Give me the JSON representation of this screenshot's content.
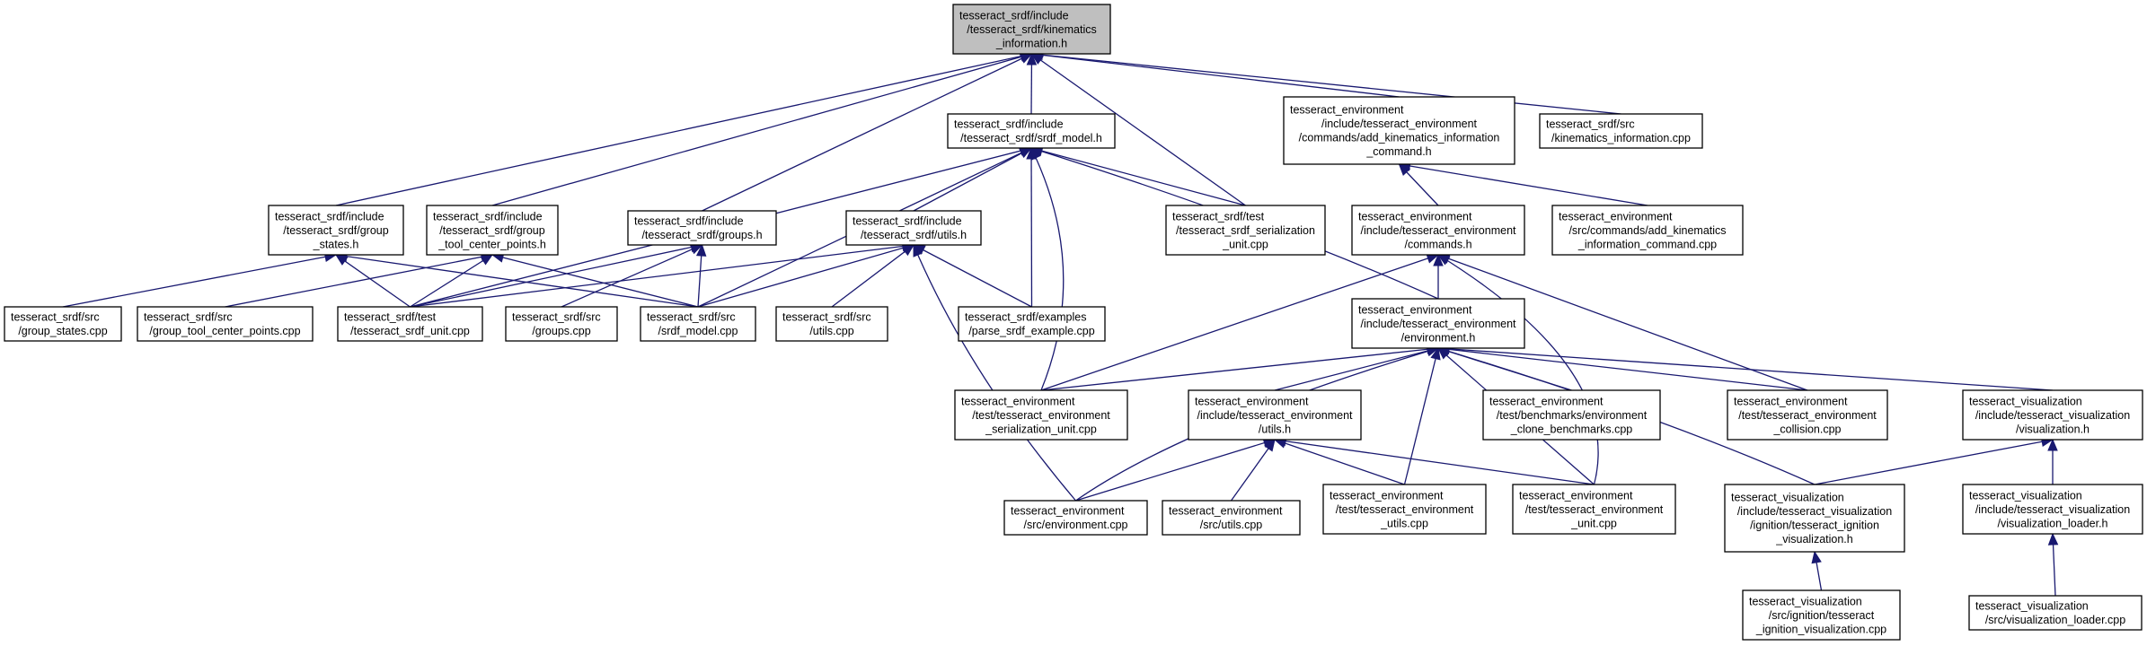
{
  "nodes": [
    {
      "id": "root",
      "lines": [
        "tesseract_srdf/include",
        "/tesseract_srdf/kinematics",
        "_information.h"
      ],
      "highlight": true
    },
    {
      "id": "group_states_h",
      "lines": [
        "tesseract_srdf/include",
        "/tesseract_srdf/group",
        "_states.h"
      ]
    },
    {
      "id": "group_tcp_h",
      "lines": [
        "tesseract_srdf/include",
        "/tesseract_srdf/group",
        "_tool_center_points.h"
      ]
    },
    {
      "id": "groups_h",
      "lines": [
        "tesseract_srdf/include",
        "/tesseract_srdf/groups.h"
      ]
    },
    {
      "id": "srdf_model_h",
      "lines": [
        "tesseract_srdf/include",
        "/tesseract_srdf/srdf_model.h"
      ]
    },
    {
      "id": "utils_h",
      "lines": [
        "tesseract_srdf/include",
        "/tesseract_srdf/utils.h"
      ]
    },
    {
      "id": "serialization_unit",
      "lines": [
        "tesseract_srdf/test",
        "/tesseract_srdf_serialization",
        "_unit.cpp"
      ]
    },
    {
      "id": "add_kin_cmd_h",
      "lines": [
        "tesseract_environment",
        "/include/tesseract_environment",
        "/commands/add_kinematics_information",
        "_command.h"
      ]
    },
    {
      "id": "kin_info_cpp",
      "lines": [
        "tesseract_srdf/src",
        "/kinematics_information.cpp"
      ]
    },
    {
      "id": "group_states_cpp",
      "lines": [
        "tesseract_srdf/src",
        "/group_states.cpp"
      ]
    },
    {
      "id": "group_tcp_cpp",
      "lines": [
        "tesseract_srdf/src",
        "/group_tool_center_points.cpp"
      ]
    },
    {
      "id": "srdf_unit",
      "lines": [
        "tesseract_srdf/test",
        "/tesseract_srdf_unit.cpp"
      ]
    },
    {
      "id": "groups_cpp",
      "lines": [
        "tesseract_srdf/src",
        "/groups.cpp"
      ]
    },
    {
      "id": "srdf_model_cpp",
      "lines": [
        "tesseract_srdf/src",
        "/srdf_model.cpp"
      ]
    },
    {
      "id": "utils_cpp",
      "lines": [
        "tesseract_srdf/src",
        "/utils.cpp"
      ]
    },
    {
      "id": "parse_example",
      "lines": [
        "tesseract_srdf/examples",
        "/parse_srdf_example.cpp"
      ]
    },
    {
      "id": "commands_h",
      "lines": [
        "tesseract_environment",
        "/include/tesseract_environment",
        "/commands.h"
      ]
    },
    {
      "id": "add_kin_cmd_cpp",
      "lines": [
        "tesseract_environment",
        "/src/commands/add_kinematics",
        "_information_command.cpp"
      ]
    },
    {
      "id": "environment_h",
      "lines": [
        "tesseract_environment",
        "/include/tesseract_environment",
        "/environment.h"
      ]
    },
    {
      "id": "env_serialization",
      "lines": [
        "tesseract_environment",
        "/test/tesseract_environment",
        "_serialization_unit.cpp"
      ]
    },
    {
      "id": "env_utils_h",
      "lines": [
        "tesseract_environment",
        "/include/tesseract_environment",
        "/utils.h"
      ]
    },
    {
      "id": "clone_bench",
      "lines": [
        "tesseract_environment",
        "/test/benchmarks/environment",
        "_clone_benchmarks.cpp"
      ]
    },
    {
      "id": "env_collision",
      "lines": [
        "tesseract_environment",
        "/test/tesseract_environment",
        "_collision.cpp"
      ]
    },
    {
      "id": "visualization_h",
      "lines": [
        "tesseract_visualization",
        "/include/tesseract_visualization",
        "/visualization.h"
      ]
    },
    {
      "id": "environment_cpp",
      "lines": [
        "tesseract_environment",
        "/src/environment.cpp"
      ]
    },
    {
      "id": "env_utils_cpp",
      "lines": [
        "tesseract_environment",
        "/src/utils.cpp"
      ]
    },
    {
      "id": "env_utils_unit",
      "lines": [
        "tesseract_environment",
        "/test/tesseract_environment",
        "_utils.cpp"
      ]
    },
    {
      "id": "env_unit",
      "lines": [
        "tesseract_environment",
        "/test/tesseract_environment",
        "_unit.cpp"
      ]
    },
    {
      "id": "ign_vis_h",
      "lines": [
        "tesseract_visualization",
        "/include/tesseract_visualization",
        "/ignition/tesseract_ignition",
        "_visualization.h"
      ]
    },
    {
      "id": "vis_loader_h",
      "lines": [
        "tesseract_visualization",
        "/include/tesseract_visualization",
        "/visualization_loader.h"
      ]
    },
    {
      "id": "ign_vis_cpp",
      "lines": [
        "tesseract_visualization",
        "/src/ignition/tesseract",
        "_ignition_visualization.cpp"
      ]
    },
    {
      "id": "vis_loader_cpp",
      "lines": [
        "tesseract_visualization",
        "/src/visualization_loader.cpp"
      ]
    }
  ],
  "edges": [
    [
      "group_states_h",
      "root"
    ],
    [
      "group_tcp_h",
      "root"
    ],
    [
      "groups_h",
      "root"
    ],
    [
      "srdf_model_h",
      "root"
    ],
    [
      "serialization_unit",
      "root"
    ],
    [
      "add_kin_cmd_h",
      "root"
    ],
    [
      "kin_info_cpp",
      "root"
    ],
    [
      "group_states_cpp",
      "group_states_h"
    ],
    [
      "srdf_unit",
      "group_states_h"
    ],
    [
      "srdf_model_cpp",
      "group_states_h"
    ],
    [
      "group_tcp_cpp",
      "group_tcp_h"
    ],
    [
      "srdf_unit",
      "group_tcp_h"
    ],
    [
      "srdf_model_cpp",
      "group_tcp_h"
    ],
    [
      "srdf_unit",
      "groups_h"
    ],
    [
      "groups_cpp",
      "groups_h"
    ],
    [
      "srdf_model_cpp",
      "groups_h"
    ],
    [
      "srdf_unit",
      "srdf_model_h"
    ],
    [
      "srdf_model_cpp",
      "srdf_model_h"
    ],
    [
      "utils_h",
      "srdf_model_h"
    ],
    [
      "parse_example",
      "srdf_model_h"
    ],
    [
      "serialization_unit",
      "srdf_model_h"
    ],
    [
      "env_serialization",
      "srdf_model_h"
    ],
    [
      "environment_h",
      "srdf_model_h"
    ],
    [
      "srdf_unit",
      "utils_h"
    ],
    [
      "srdf_model_cpp",
      "utils_h"
    ],
    [
      "utils_cpp",
      "utils_h"
    ],
    [
      "parse_example",
      "utils_h"
    ],
    [
      "environment_cpp",
      "utils_h"
    ],
    [
      "commands_h",
      "add_kin_cmd_h"
    ],
    [
      "add_kin_cmd_cpp",
      "add_kin_cmd_h"
    ],
    [
      "environment_h",
      "commands_h"
    ],
    [
      "env_serialization",
      "commands_h"
    ],
    [
      "env_collision",
      "commands_h"
    ],
    [
      "env_unit",
      "commands_h"
    ],
    [
      "env_serialization",
      "environment_h"
    ],
    [
      "environment_cpp",
      "environment_h"
    ],
    [
      "env_utils_h",
      "environment_h"
    ],
    [
      "env_utils_unit",
      "environment_h"
    ],
    [
      "env_unit",
      "environment_h"
    ],
    [
      "clone_bench",
      "environment_h"
    ],
    [
      "env_collision",
      "environment_h"
    ],
    [
      "visualization_h",
      "environment_h"
    ],
    [
      "ign_vis_h",
      "environment_h"
    ],
    [
      "environment_cpp",
      "env_utils_h"
    ],
    [
      "env_utils_cpp",
      "env_utils_h"
    ],
    [
      "env_utils_unit",
      "env_utils_h"
    ],
    [
      "env_unit",
      "env_utils_h"
    ],
    [
      "ign_vis_h",
      "visualization_h"
    ],
    [
      "vis_loader_h",
      "visualization_h"
    ],
    [
      "ign_vis_cpp",
      "ign_vis_h"
    ],
    [
      "vis_loader_cpp",
      "vis_loader_h"
    ]
  ]
}
